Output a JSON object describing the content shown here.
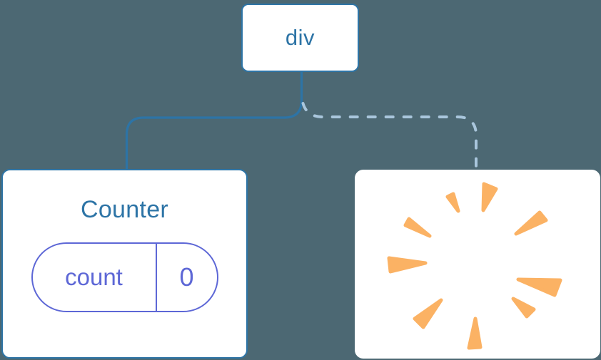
{
  "diagram": {
    "background_color": "#4C6873",
    "node_fill_color": "#FFFFFF",
    "node_border_color": "#2D74A6",
    "edge_solid_color": "#2D74A6",
    "edge_dashed_color": "#A9C6DC",
    "state_pill_color": "#5D67D6",
    "poof_color": "#FBB264",
    "root": {
      "label": "div"
    },
    "counter": {
      "title": "Counter",
      "state_key": "count",
      "state_value": "0",
      "edge_style": "solid"
    },
    "poof": {
      "icon": "poof-burst-icon",
      "edge_style": "dashed"
    }
  }
}
